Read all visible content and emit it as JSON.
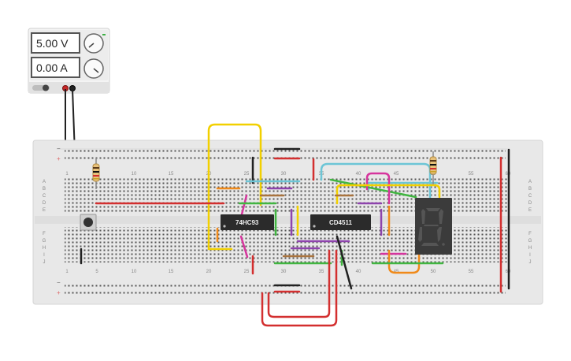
{
  "power_supply": {
    "voltage_display": "5.00 V",
    "current_display": "0.00 A",
    "voltage_knob_label": "",
    "current_knob_label": ""
  },
  "breadboard": {
    "column_labels": [
      "1",
      "5",
      "10",
      "15",
      "20",
      "25",
      "30",
      "35",
      "40",
      "45",
      "50",
      "55",
      "60"
    ],
    "row_labels_top": [
      "A",
      "B",
      "C",
      "D",
      "E"
    ],
    "row_labels_bottom": [
      "F",
      "G",
      "H",
      "I",
      "J"
    ],
    "rail_minus": "−",
    "rail_plus": "+"
  },
  "chips": {
    "counter": {
      "label": "74HC93"
    },
    "decoder": {
      "label": "CD4511"
    }
  },
  "colors": {
    "breadboard": "#e8e8e8",
    "rail_red": "#e53935",
    "rail_black": "#212121",
    "wire_yellow": "#f2d000",
    "wire_cyan": "#6cc5d6",
    "wire_green": "#41b641",
    "wire_orange": "#f08a1a",
    "wire_purple": "#8e44ad",
    "wire_magenta": "#d6359d",
    "wire_brown": "#a9743f",
    "wire_red": "#d32f2f",
    "chip_body": "#2b2b2b",
    "display_body": "#3b3b3b"
  }
}
